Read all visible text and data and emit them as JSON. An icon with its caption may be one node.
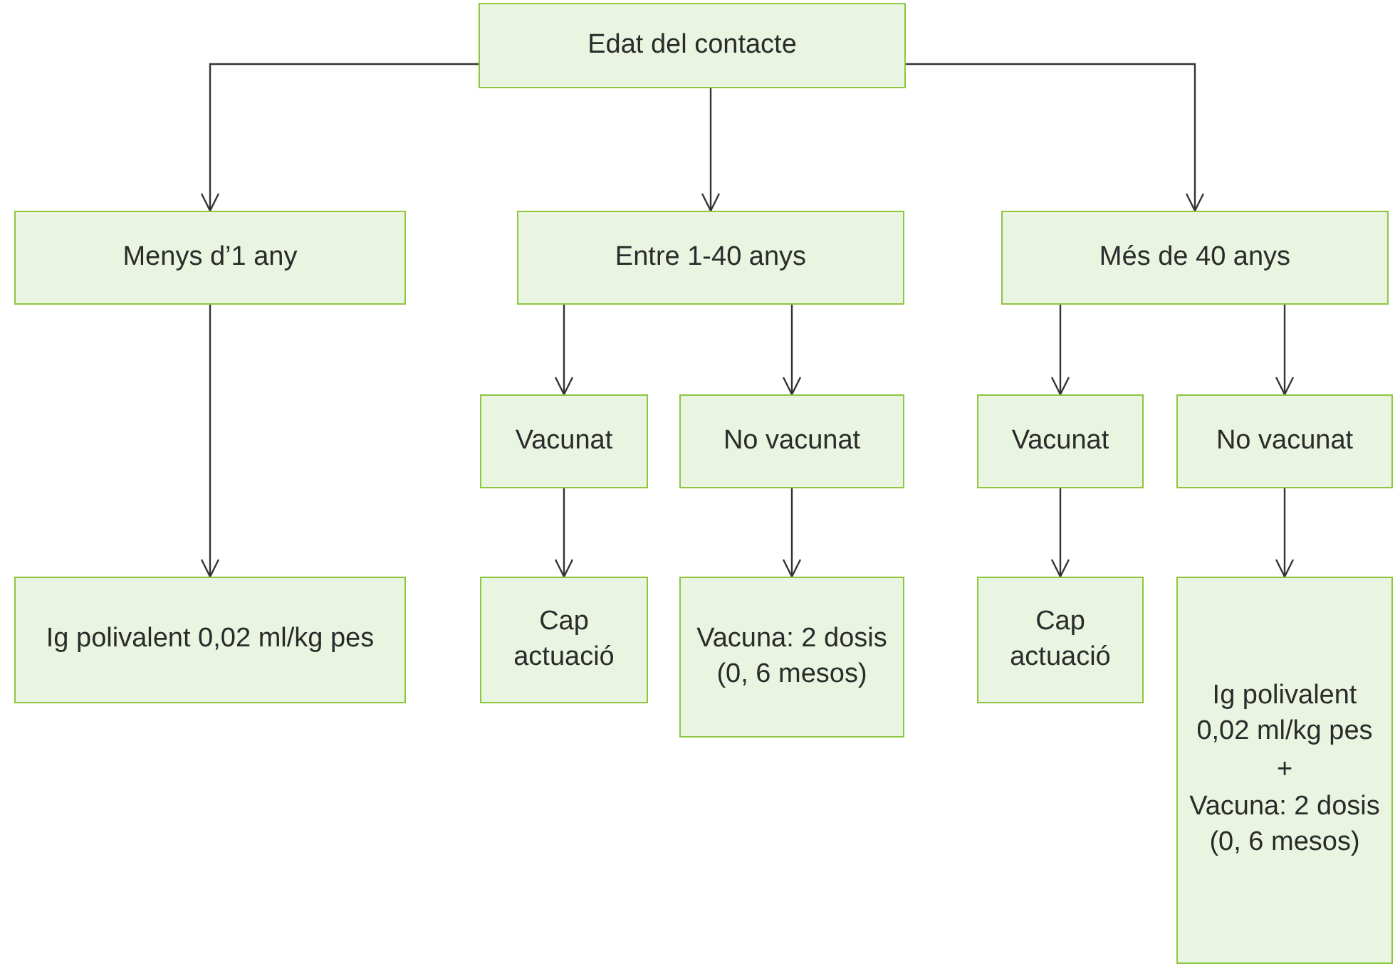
{
  "diagram": {
    "nodes": [
      {
        "text": [
          "Edat del contacte"
        ]
      },
      {
        "text": [
          "Menys d’1 any"
        ]
      },
      {
        "text": [
          "Entre 1-40 anys"
        ]
      },
      {
        "text": [
          "Més de 40 anys"
        ]
      },
      {
        "text": [
          "Vacunat"
        ]
      },
      {
        "text": [
          "No vacunat"
        ]
      },
      {
        "text": [
          "Vacunat"
        ]
      },
      {
        "text": [
          "No vacunat"
        ]
      },
      {
        "text": [
          "Ig polivalent 0,02 ml/kg pes"
        ]
      },
      {
        "text": [
          "Cap actuació"
        ]
      },
      {
        "text": [
          "Vacuna: 2 dosis (0, 6 mesos)"
        ]
      },
      {
        "text": [
          "Cap actuació"
        ]
      },
      {
        "text": [
          "Ig polivalent 0,02 ml/kg pes",
          "+",
          "Vacuna: 2 dosis (0, 6 mesos)"
        ]
      }
    ],
    "edges": [
      {
        "from": 0,
        "to": 1,
        "arrow": "to"
      },
      {
        "from": 0,
        "to": 2,
        "arrow": "to"
      },
      {
        "from": 0,
        "to": 3,
        "arrow": "to"
      },
      {
        "from": 1,
        "to": 8,
        "arrow": "to"
      },
      {
        "from": 2,
        "to": 4,
        "arrow": "to"
      },
      {
        "from": 2,
        "to": 5,
        "arrow": "to"
      },
      {
        "from": 3,
        "to": 6,
        "arrow": "to"
      },
      {
        "from": 3,
        "to": 7,
        "arrow": "to"
      },
      {
        "from": 4,
        "to": 9,
        "arrow": "to"
      },
      {
        "from": 5,
        "to": 10,
        "arrow": "to"
      },
      {
        "from": 6,
        "to": 11,
        "arrow": "to"
      },
      {
        "from": 7,
        "to": 12,
        "arrow": "to"
      }
    ]
  }
}
